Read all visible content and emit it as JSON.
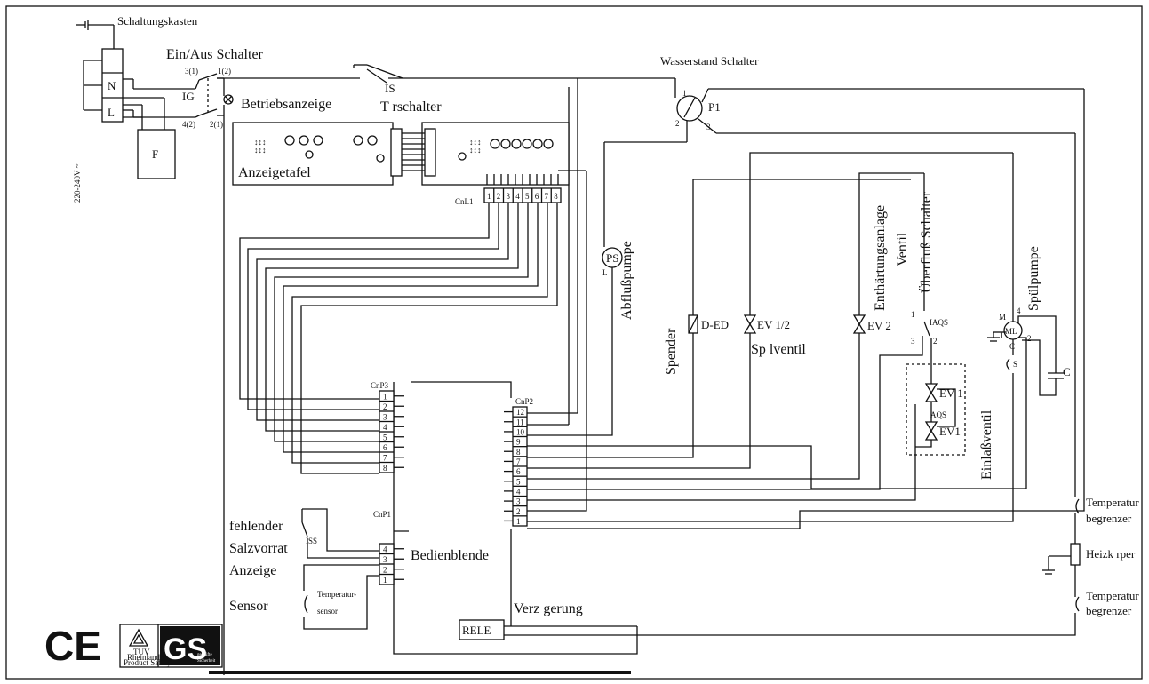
{
  "labels": {
    "schaltungskasten": "Schaltungskasten",
    "ein_aus": "Ein/Aus Schalter",
    "ig": "IG",
    "betriebsanzeige": "Betriebsanzeige",
    "is": "IS",
    "turschalter": "T   rschalter",
    "wasserstand": "Wasserstand Schalter",
    "p1": "P1",
    "anzeigetafel": "Anzeigetafel",
    "cnl1": "CnL1",
    "n": "N",
    "l": "L",
    "f": "F",
    "voltage": "220-240V ~",
    "ps": "PS",
    "ps_l": "L",
    "abflusspumpe": "Abflußpumpe",
    "d_ed": "D-ED",
    "spender": "Spender",
    "ev12": "EV 1/2",
    "spulventil": "Sp   lventil",
    "ev2": "EV 2",
    "enthartung": "Enthärtungsanlage",
    "ventil": "Ventil",
    "uberfluss": "Überfluß Schalter",
    "iaqs": "IAQS",
    "spulpumpe": "Spülpumpe",
    "ml": "ML",
    "m": "M",
    "c_small": "C",
    "s_small": "S",
    "c_cap": "C",
    "ev1a": "EV 1",
    "aqs": "AQS",
    "ev1b": "EV1",
    "einlass": "Einlaßventil",
    "cnp3": "CnP3",
    "cnp2": "CnP2",
    "cnp1": "CnP1",
    "bedienblende": "Bedienblende",
    "fehlender": "fehlender",
    "salzvorrat": "Salzvorrat",
    "anzeige": "Anzeige",
    "iss": "ISS",
    "sensor": "Sensor",
    "temp_sensor_1": "Temperatur-",
    "temp_sensor_2": "sensor",
    "verz": "Verz   gerung",
    "rele": "RELE",
    "temp1_a": "Temperatur",
    "temp1_b": "begrenzer",
    "heiz": "Heizk   rper",
    "temp2_a": "Temperatur",
    "temp2_b": "begrenzer",
    "pin1": "1",
    "pin2": "2",
    "pin3": "3",
    "pin4": "4",
    "ig_31": "3(1)",
    "ig_12": "1(2)",
    "ig_42": "4(2)",
    "ig_21": "2(1)"
  },
  "connectors": {
    "cnl1_pins": [
      "1",
      "2",
      "3",
      "4",
      "5",
      "6",
      "7",
      "8"
    ],
    "cnp3_pins": [
      "1",
      "2",
      "3",
      "4",
      "5",
      "6",
      "7",
      "8"
    ],
    "cnp2_pins": [
      "12",
      "11",
      "10",
      "9",
      "8",
      "7",
      "6",
      "5",
      "4",
      "3",
      "2",
      "1"
    ],
    "cnp1_pins": [
      "4",
      "3",
      "2",
      "1"
    ]
  },
  "logos": {
    "ce": "CE",
    "tuv_1": "TÜV",
    "tuv_2": "Rheinland",
    "tuv_3": "Product Safety",
    "gs_1": "GS",
    "gs_2": "geprüfte",
    "gs_3": "Sicherheit"
  }
}
